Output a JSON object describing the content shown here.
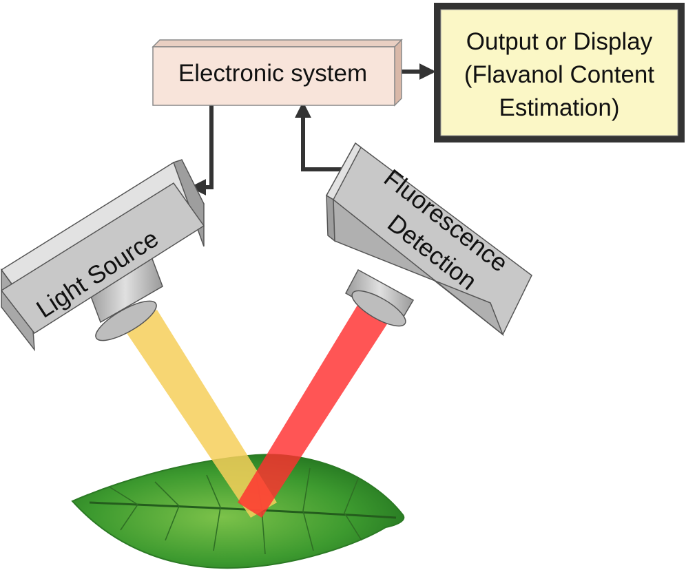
{
  "diagram": {
    "electronic_system_label": "Electronic system",
    "output_label_line1": "Output or Display",
    "output_label_line2": "(Flavanol Content",
    "output_label_line3": "Estimation)",
    "light_source_label": "Light Source",
    "fluorescence_label_line1": "Fluorescence",
    "fluorescence_label_line2": "Detection"
  },
  "colors": {
    "electronic_box": "#f8e4da",
    "output_box": "#fbf7c6",
    "device_body": "#c8c8c8",
    "excitation_beam": "#f6cf5a",
    "emission_beam": "#ff2f2f",
    "leaf": "#4aa637",
    "arrow": "#333333"
  },
  "icons": {
    "leaf": "leaf-icon",
    "light_source": "light-source-device",
    "detector": "fluorescence-detector-device"
  }
}
